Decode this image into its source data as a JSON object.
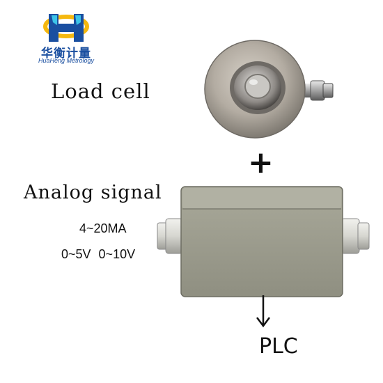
{
  "logo": {
    "name_cn": "华衡计量",
    "name_en": "HuaHeng Metrology",
    "colors": {
      "blue": "#1a4fa0",
      "yellow": "#f5b80f",
      "cyan": "#3cc4e8"
    }
  },
  "labels": {
    "load_cell": "Load cell",
    "plus": "+",
    "analog_signal": "Analog signal",
    "range_current": "4~20MA",
    "range_voltage": "0~5V 0~10V",
    "arrow": "↓",
    "plc": "PLC"
  },
  "images": {
    "load_cell": "load-cell-photo",
    "amplifier_box": "junction-box-photo"
  }
}
